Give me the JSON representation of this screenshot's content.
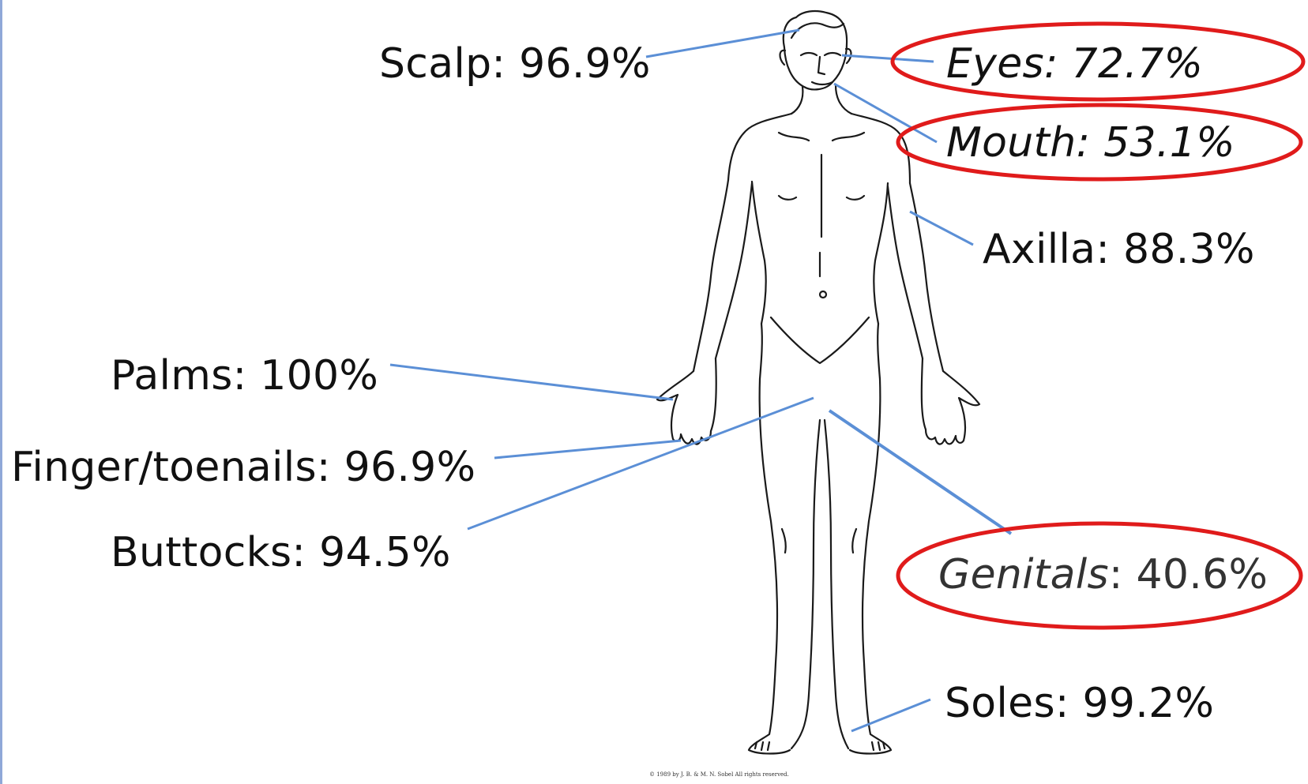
{
  "labels": {
    "scalp": "Scalp: 96.9%",
    "eyes": "Eyes: 72.7%",
    "mouth": "Mouth: 53.1%",
    "axilla": "Axilla: 88.3%",
    "palms": "Palms: 100%",
    "nails": "Finger/toenails: 96.9%",
    "buttocks": "Buttocks: 94.5%",
    "genitals_name": "Genitals",
    "genitals_value": ": 40.6%",
    "soles": "Soles: 99.2%"
  },
  "copyright": "© 1989 by J. B. & M. N. Sobel All rights reserved.",
  "colors": {
    "leader_line": "#5b8fd6",
    "highlight_ellipse": "#e01b1b",
    "figure_stroke": "#1a1a1a"
  },
  "highlighted": [
    "eyes",
    "mouth",
    "genitals"
  ]
}
